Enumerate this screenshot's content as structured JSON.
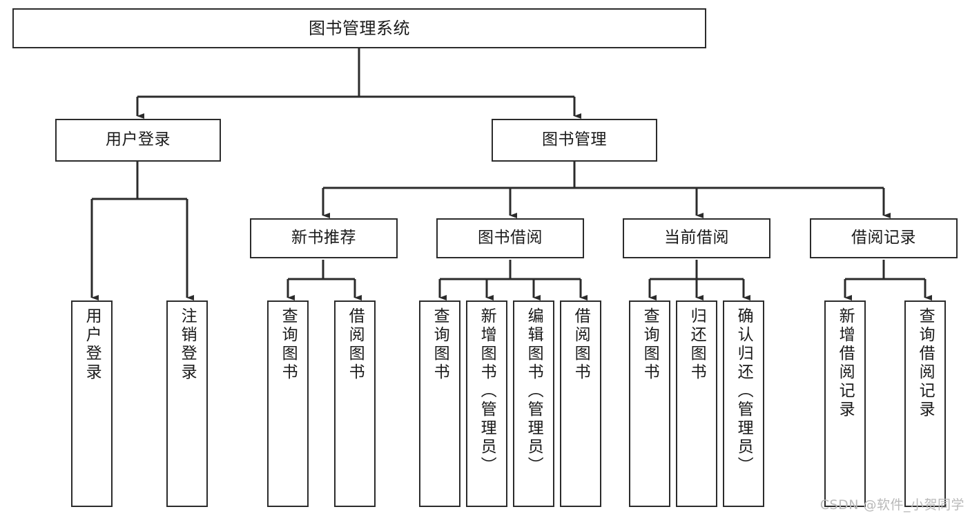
{
  "diagram": {
    "title": "图书管理系统",
    "type": "tree-hierarchy-chart",
    "stroke_color": "#2b2b2b",
    "fill_color": "#ffffff",
    "text_color": "#1a1a1a"
  },
  "nodes": {
    "root": {
      "label": "图书管理系统"
    },
    "level2": [
      {
        "id": "user-login",
        "label": "用户登录"
      },
      {
        "id": "book-manage",
        "label": "图书管理"
      }
    ],
    "level3": [
      {
        "id": "new-book-recommend",
        "label": "新书推荐"
      },
      {
        "id": "book-borrow",
        "label": "图书借阅"
      },
      {
        "id": "current-borrow",
        "label": "当前借阅"
      },
      {
        "id": "borrow-record",
        "label": "借阅记录"
      }
    ],
    "leaves": {
      "user_login": [
        {
          "id": "leaf-user-login",
          "label": "用户登录"
        },
        {
          "id": "leaf-logout-login",
          "label": "注销登录"
        }
      ],
      "new_book_recommend": [
        {
          "id": "leaf-query-book-1",
          "label": "查询图书"
        },
        {
          "id": "leaf-borrow-book-1",
          "label": "借阅图书"
        }
      ],
      "book_borrow": [
        {
          "id": "leaf-query-book-2",
          "label": "查询图书"
        },
        {
          "id": "leaf-add-book",
          "label": "新增图书（管理员）"
        },
        {
          "id": "leaf-edit-book",
          "label": "编辑图书（管理员）"
        },
        {
          "id": "leaf-borrow-book-2",
          "label": "借阅图书"
        }
      ],
      "current_borrow": [
        {
          "id": "leaf-query-book-3",
          "label": "查询图书"
        },
        {
          "id": "leaf-return-book",
          "label": "归还图书"
        },
        {
          "id": "leaf-confirm-return",
          "label": "确认归还（管理员）"
        }
      ],
      "borrow_record": [
        {
          "id": "leaf-add-record",
          "label": "新增借阅记录"
        },
        {
          "id": "leaf-query-record",
          "label": "查询借阅记录"
        }
      ]
    }
  },
  "watermark": {
    "text": "CSDN @软件_小贺同学"
  }
}
